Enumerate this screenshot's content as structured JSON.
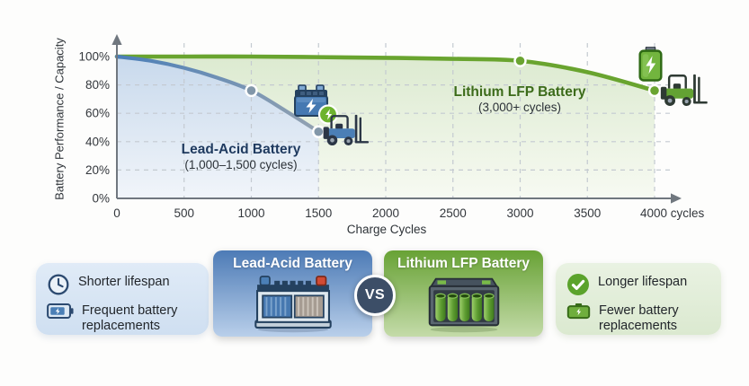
{
  "chart_data": {
    "type": "line",
    "title": "",
    "xlabel": "Charge Cycles",
    "ylabel": "Battery Performance / Capacity",
    "xlim": [
      0,
      4000
    ],
    "ylim": [
      0,
      100
    ],
    "grid": true,
    "x_tick_values": [
      0,
      500,
      1000,
      1500,
      2000,
      2500,
      3000,
      3500,
      4000
    ],
    "x_tick_labels": [
      "0",
      "500",
      "1000",
      "1500",
      "2000",
      "2500",
      "3000",
      "3500",
      "4000 cycles"
    ],
    "y_tick_values": [
      0,
      20,
      40,
      60,
      80,
      100
    ],
    "y_tick_labels": [
      "0%",
      "20%",
      "40%",
      "60%",
      "80%",
      "100%"
    ],
    "series": [
      {
        "name": "Lithium LFP Battery",
        "annotation": "Lithium LFP Battery",
        "annotation_sub": "(3,000+ cycles)",
        "line_color": "#69a42f",
        "line_color_end": "#69a42f",
        "line_width": 4.6,
        "marker_color": "#6aa431",
        "fill_top": "#dcead0",
        "fill_bottom": "#f7faf2",
        "x": [
          0,
          500,
          1000,
          1500,
          2000,
          2500,
          3000,
          3500,
          4000
        ],
        "values": [
          100,
          100,
          100,
          99.6,
          99.1,
          98.4,
          97,
          89,
          76
        ],
        "markers": [
          {
            "x": 3000,
            "y": 97
          },
          {
            "x": 4000,
            "y": 76
          }
        ]
      },
      {
        "name": "Lead-Acid Battery",
        "annotation": "Lead-Acid Battery",
        "annotation_sub": "(1,000–1,500 cycles)",
        "line_color": "#4a7eb8",
        "line_color_end": "#93a2b1",
        "line_width": 4.2,
        "marker_color": "#8297a9",
        "fill_top": "#c8d9ec",
        "fill_bottom": "#f1f5fa",
        "x": [
          0,
          250,
          500,
          750,
          1000,
          1250,
          1500
        ],
        "values": [
          100,
          97,
          92,
          85,
          76,
          62,
          47
        ],
        "markers": [
          {
            "x": 1000,
            "y": 76
          },
          {
            "x": 1500,
            "y": 47
          }
        ]
      }
    ]
  },
  "comparison": {
    "vs_label": "VS",
    "lead_card": {
      "title": "Lead-Acid Battery"
    },
    "lfp_card": {
      "title": "Lithium LFP Battery"
    },
    "left_info": {
      "items": [
        {
          "icon": "clock-icon",
          "text": "Shorter lifespan"
        },
        {
          "icon": "battery-icon",
          "text": "Frequent battery replacements"
        }
      ]
    },
    "right_info": {
      "items": [
        {
          "icon": "check-icon",
          "text": "Longer lifespan"
        },
        {
          "icon": "battery-icon",
          "text": "Fewer battery replacements"
        }
      ]
    }
  },
  "colors": {
    "lead_line": "#4a7eb8",
    "lead_line_end": "#93a2b1",
    "lfp_line": "#69a42f",
    "lead_card_top": "#4d7bb6",
    "lfp_card_top": "#68a235",
    "vs_badge_bg": "#3c4e67",
    "lead_label_text": "#1f3a5f",
    "lfp_label_text": "#3c6b1a",
    "axis": "#70777f",
    "gridline": "#c4cad1"
  }
}
